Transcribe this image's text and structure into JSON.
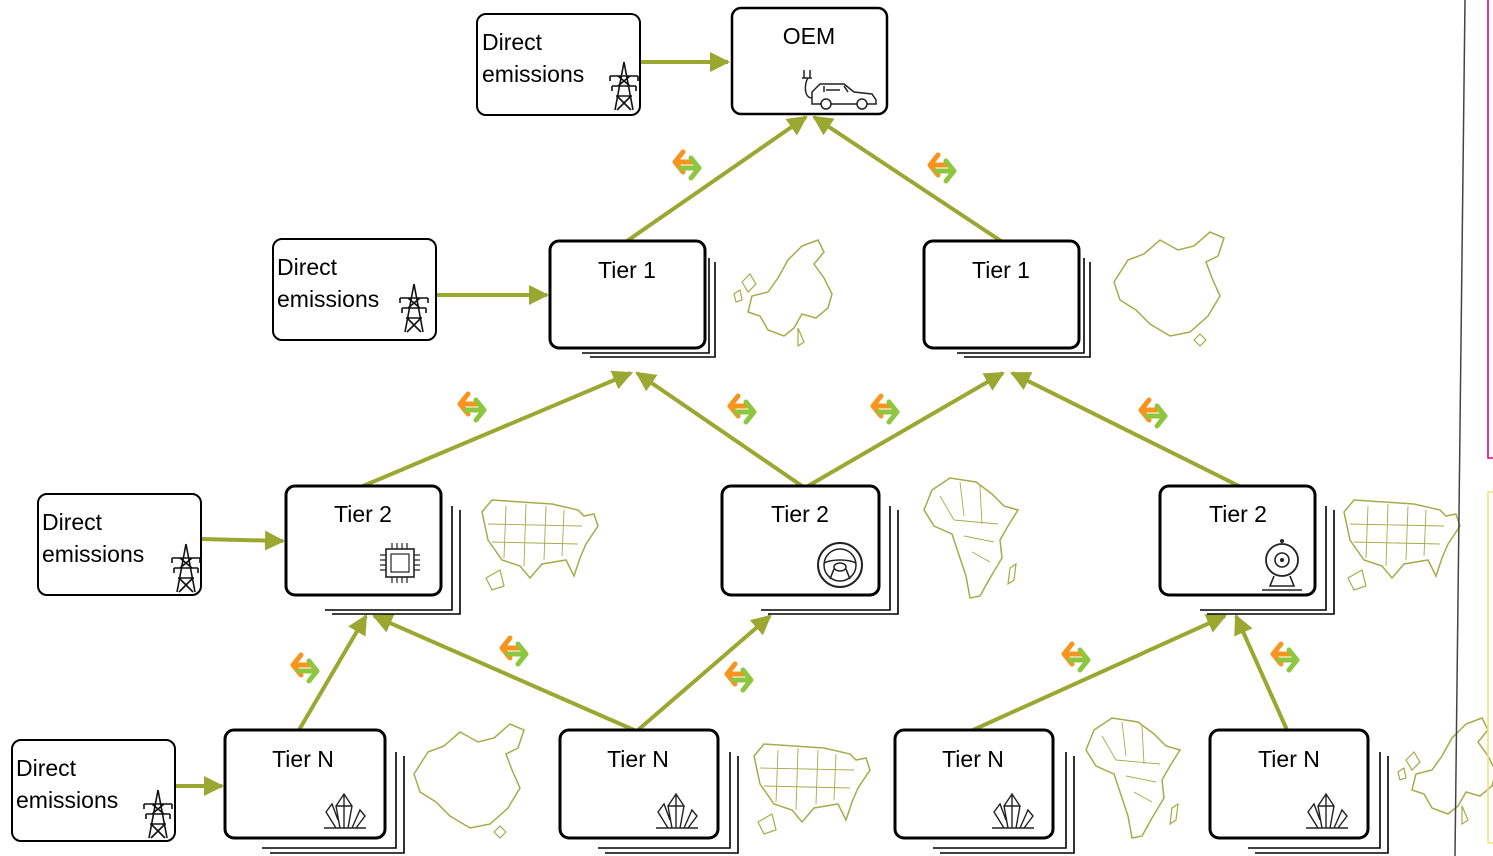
{
  "labels": {
    "oem": "OEM",
    "tier1": "Tier 1",
    "tier2": "Tier 2",
    "tierN": "Tier N",
    "direct_line1": "Direct",
    "direct_line2": "emissions"
  },
  "colors": {
    "arrow": "#9aa832",
    "map": "#a2ad4a",
    "sync_orange": "#f7941d",
    "sync_green": "#8dc63f",
    "side_pink": "#e6007e",
    "side_yellow": "#f5e27a"
  },
  "icons": {
    "oem": "electric-car-icon",
    "direct": "power-pylon-icon",
    "tier2_left": "chip-icon",
    "tier2_mid": "steering-wheel-icon",
    "tier2_right": "webcam-icon",
    "tierN": "crystal-icon",
    "exchange": "data-exchange-icon"
  }
}
